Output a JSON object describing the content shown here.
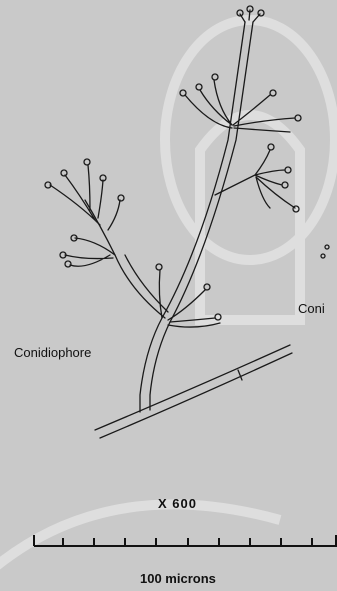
{
  "labels": {
    "conidiophore": "Conidiophore",
    "conidia_partial": "Coni",
    "magnification": "X 600",
    "scale_bar": "100 microns"
  },
  "colors": {
    "background": "#c9c9c9",
    "ink": "#1a1a1a",
    "watermark": "#e6e6e6"
  },
  "scale_bar": {
    "tick_count": 11
  }
}
